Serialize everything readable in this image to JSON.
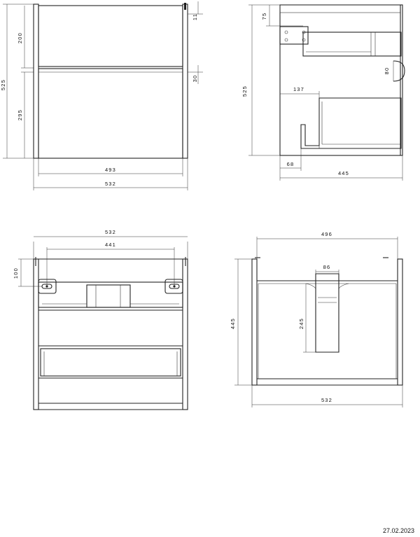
{
  "views": {
    "front": {
      "height_total": "525",
      "height_top": "200",
      "height_bottom": "295",
      "gap_top": "11",
      "gap_mid": "30",
      "width_inner": "493",
      "width_outer": "532"
    },
    "side": {
      "depth_total": "445",
      "height_total": "525",
      "top_offset": "75",
      "radius": "80",
      "inner_offset": "137",
      "bottom_offset": "68"
    },
    "rear": {
      "width_outer": "532",
      "bracket_span": "441",
      "bracket_height": "100"
    },
    "top": {
      "width_inner": "496",
      "width_outer": "532",
      "depth": "445",
      "siphon_width": "86",
      "siphon_depth": "245"
    }
  },
  "date": "27.02.2023"
}
